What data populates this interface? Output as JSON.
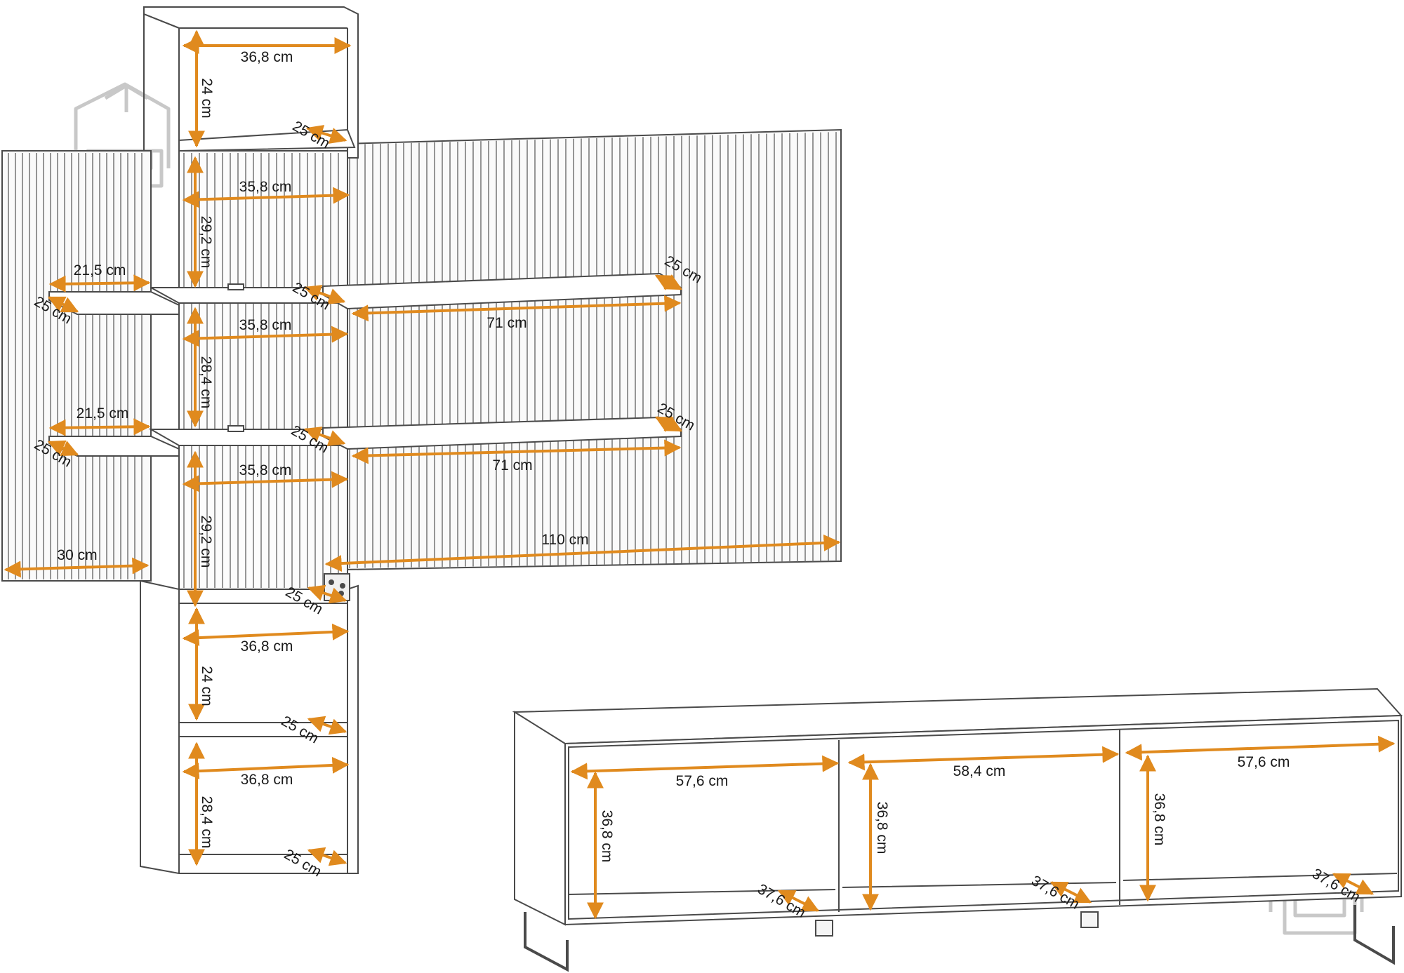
{
  "colors": {
    "line": "#4a4a4a",
    "dim": "#e08a1e",
    "panel": "#fafafa",
    "watermark": "#c8c8c8"
  },
  "icons": {
    "watermark": "house-armchair-icon"
  },
  "labels": {
    "top_width": "36,8 cm",
    "top_height": "24 cm",
    "top_depth": "25 cm",
    "upper_width": "35,8 cm",
    "upper_height": "29,2 cm",
    "left_shelf1_width": "21,5 cm",
    "left_shelf1_depth": "25 cm",
    "center_shelf1_depth": "25 cm",
    "right_shelf1_depth": "25 cm",
    "mid_width": "35,8 cm",
    "mid_height": "28,4 cm",
    "right_shelf1_width": "71 cm",
    "left_shelf2_width": "21,5 cm",
    "left_shelf2_depth": "25 cm",
    "center_shelf2_depth": "25 cm",
    "right_shelf2_depth": "25 cm",
    "right_shelf2_width": "71 cm",
    "lower_width": "35,8 cm",
    "lower_height": "29,2 cm",
    "left_panel_width": "30 cm",
    "right_panel_width": "110 cm",
    "bottom1_depth": "25 cm",
    "bottom1_width": "36,8 cm",
    "bottom1_height": "24 cm",
    "bottom2_depth": "25 cm",
    "bottom2_width": "36,8 cm",
    "bottom2_height": "28,4 cm",
    "bottom3_depth": "25 cm",
    "tv_left_width": "57,6 cm",
    "tv_center_width": "58,4 cm",
    "tv_right_width": "57,6 cm",
    "tv_left_height": "36,8 cm",
    "tv_center_height": "36,8 cm",
    "tv_right_height": "36,8 cm",
    "tv_left_depth": "37,6 cm",
    "tv_center_depth": "37,6 cm",
    "tv_right_depth": "37,6 cm"
  }
}
